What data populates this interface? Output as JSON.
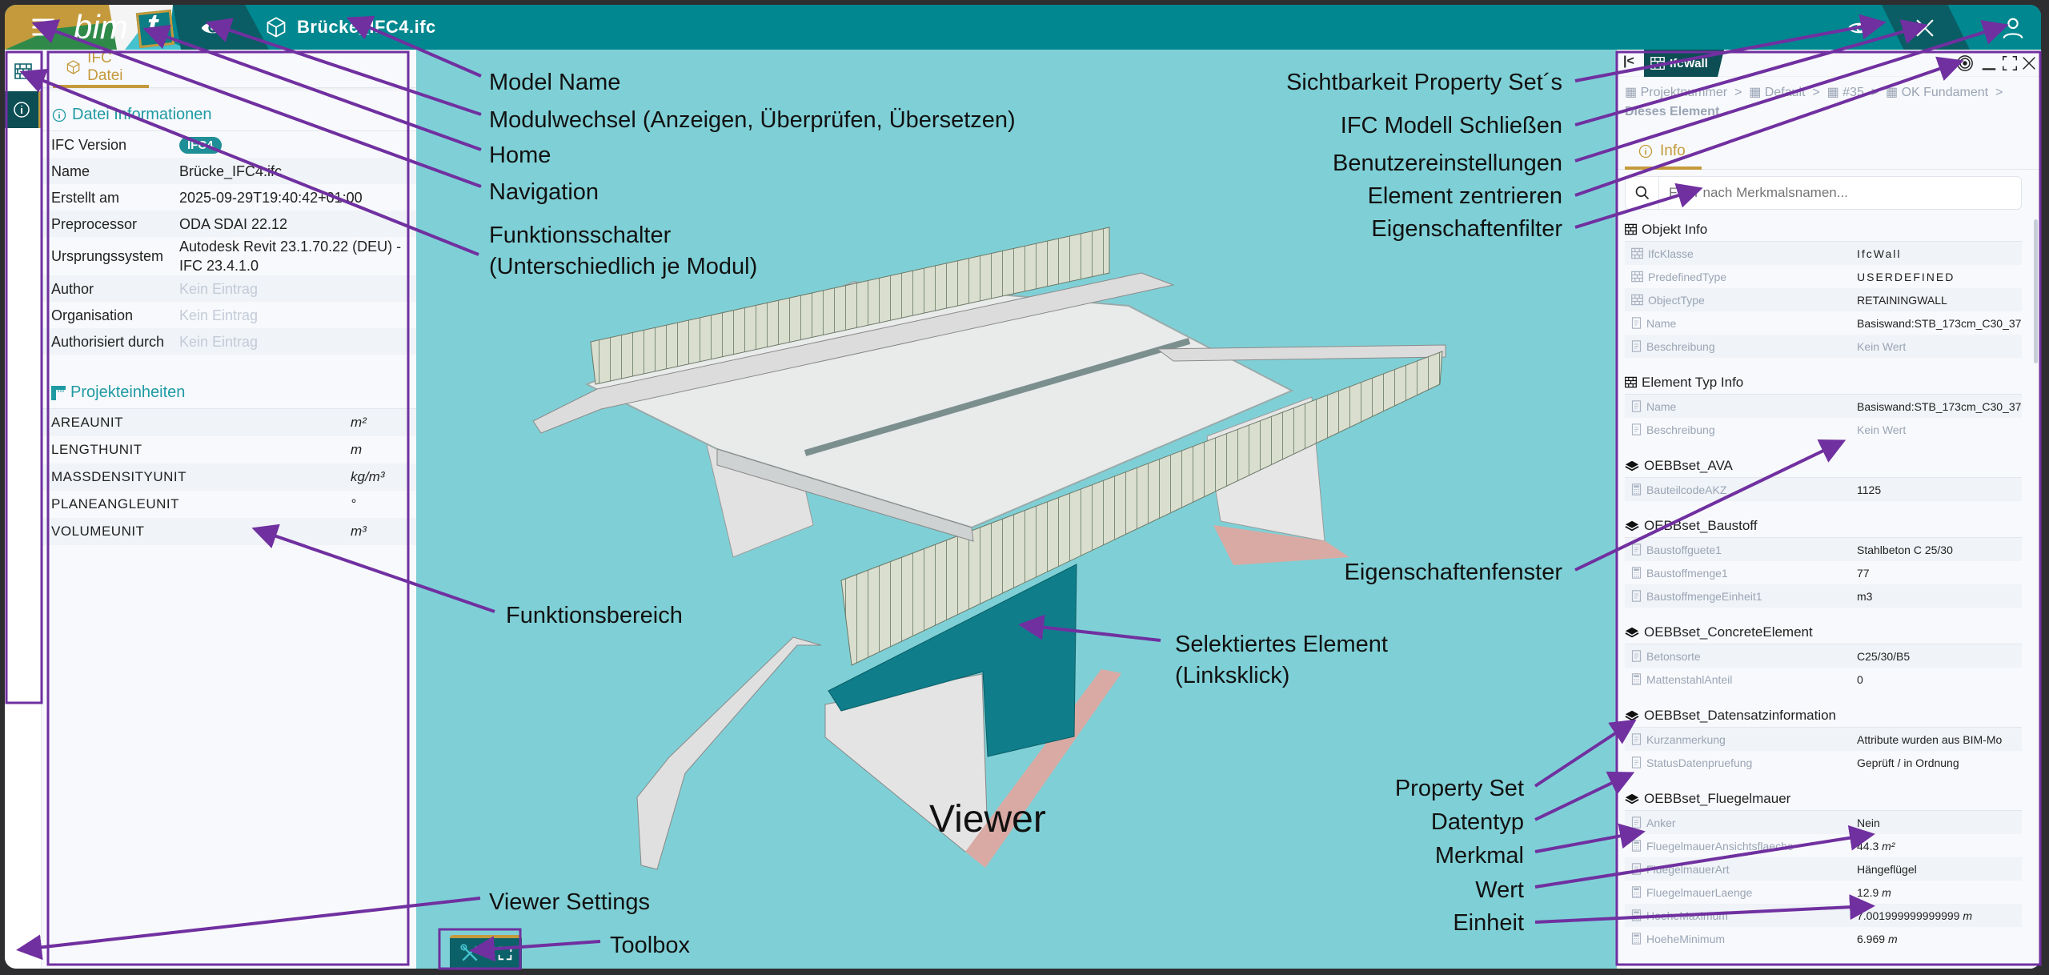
{
  "header": {
    "logo_text": "bim",
    "home_letter": "t",
    "model_name": "Brücke_IFC4.ifc",
    "icons": [
      "menu-icon",
      "eye-icon",
      "cube-icon",
      "eye-settings-icon",
      "close-icon",
      "user-icon"
    ]
  },
  "left_panel": {
    "tab": "IFC Datei",
    "file_info_title": "Datei Informationen",
    "file_info": [
      {
        "k": "IFC Version",
        "v": "IFC4",
        "badge": true
      },
      {
        "k": "Name",
        "v": "Brücke_IFC4.ifc"
      },
      {
        "k": "Erstellt am",
        "v": "2025-09-29T19:40:42+01:00"
      },
      {
        "k": "Preprocessor",
        "v": "ODA SDAI 22.12"
      },
      {
        "k": "Ursprungssystem",
        "v": "Autodesk Revit 23.1.70.22 (DEU) - IFC 23.4.1.0"
      },
      {
        "k": "Author",
        "v": "Kein Eintrag",
        "muted": true
      },
      {
        "k": "Organisation",
        "v": "Kein Eintrag",
        "muted": true
      },
      {
        "k": "Authorisiert durch",
        "v": "Kein Eintrag",
        "muted": true
      }
    ],
    "units_title": "Projekteinheiten",
    "units": [
      {
        "k": "AREAUNIT",
        "v": "m²"
      },
      {
        "k": "LENGTHUNIT",
        "v": "m"
      },
      {
        "k": "MASSDENSITYUNIT",
        "v": "kg/m³"
      },
      {
        "k": "PLANEANGLEUNIT",
        "v": "°"
      },
      {
        "k": "VOLUMEUNIT",
        "v": "m³"
      }
    ]
  },
  "right_panel": {
    "element_tab": "IfcWall",
    "breadcrumb": [
      "Projektnummer",
      "Default",
      "#35",
      "OK Fundament"
    ],
    "breadcrumb_current": "Dieses Element",
    "tab": "Info",
    "filter_placeholder": "Filter nach Merkmalsnamen...",
    "psets": [
      {
        "title": "Objekt Info",
        "icon": "wall",
        "rows": [
          {
            "k": "IfcKlasse",
            "v": "IfcWall",
            "style": "sp",
            "icon": "wall"
          },
          {
            "k": "PredefinedType",
            "v": "USERDEFINED",
            "style": "sp",
            "icon": "wall"
          },
          {
            "k": "ObjectType",
            "v": "RETAININGWALL",
            "icon": "wall"
          },
          {
            "k": "Name",
            "v": "Basiswand:STB_173cm_C30_37",
            "icon": "text"
          },
          {
            "k": "Beschreibung",
            "v": "Kein Wert",
            "style": "muted",
            "icon": "text"
          }
        ]
      },
      {
        "title": "Element Typ Info",
        "icon": "wall",
        "rows": [
          {
            "k": "Name",
            "v": "Basiswand:STB_173cm_C30_37",
            "icon": "text"
          },
          {
            "k": "Beschreibung",
            "v": "Kein Wert",
            "style": "muted",
            "icon": "text"
          }
        ]
      },
      {
        "title": "OEBBset_AVA",
        "icon": "layers",
        "rows": [
          {
            "k": "BauteilcodeAKZ",
            "v": "1125",
            "icon": "number"
          }
        ]
      },
      {
        "title": "OEBBset_Baustoff",
        "icon": "layers",
        "rows": [
          {
            "k": "Baustoffguete1",
            "v": "Stahlbeton C 25/30",
            "icon": "text"
          },
          {
            "k": "Baustoffmenge1",
            "v": "77",
            "icon": "number"
          },
          {
            "k": "BaustoffmengeEinheit1",
            "v": "m3",
            "icon": "text"
          }
        ]
      },
      {
        "title": "OEBBset_ConcreteElement",
        "icon": "layers",
        "rows": [
          {
            "k": "Betonsorte",
            "v": "C25/30/B5",
            "icon": "text"
          },
          {
            "k": "MattenstahlAnteil",
            "v": "0",
            "icon": "number"
          }
        ]
      },
      {
        "title": "OEBBset_Datensatzinformation",
        "icon": "layers",
        "rows": [
          {
            "k": "Kurzanmerkung",
            "v": "Attribute wurden aus BIM-Mo",
            "icon": "text"
          },
          {
            "k": "StatusDatenpruefung",
            "v": "Geprüft / in Ordnung",
            "icon": "text"
          }
        ]
      },
      {
        "title": "OEBBset_Fluegelmauer",
        "icon": "layers",
        "rows": [
          {
            "k": "Anker",
            "v": "Nein",
            "icon": "text"
          },
          {
            "k": "FluegelmauerAnsichtsflaeche",
            "v": "44.3",
            "unit": "m²",
            "icon": "number"
          },
          {
            "k": "FluegelmauerArt",
            "v": "Hängeflügel",
            "icon": "text"
          },
          {
            "k": "FluegelmauerLaenge",
            "v": "12.9",
            "unit": "m",
            "icon": "number"
          },
          {
            "k": "HoeheMaximum",
            "v": "7.001999999999999",
            "unit": "m",
            "icon": "number"
          },
          {
            "k": "HoeheMinimum",
            "v": "6.969",
            "unit": "m",
            "icon": "number"
          }
        ]
      }
    ]
  },
  "viewer": {
    "label": "Viewer",
    "selected_color": "#0f7e8a"
  },
  "annotations": {
    "model_name": "Model Name",
    "module_switch": "Modulwechsel (Anzeigen, Überprüfen, Übersetzen)",
    "home": "Home",
    "navigation": "Navigation",
    "function_switch_1": "Funktionsschalter",
    "function_switch_2": "(Unterschiedlich je Modul)",
    "function_area": "Funktionsbereich",
    "viewer_settings": "Viewer Settings",
    "toolbox": "Toolbox",
    "selected_1": "Selektiertes Element",
    "selected_2": "(Linksklick)",
    "pset_visibility": "Sichtbarkeit Property Set´s",
    "close_model": "IFC Modell Schließen",
    "user_settings": "Benutzereinstellungen",
    "center_element": "Element zentrieren",
    "property_filter": "Eigenschaftenfilter",
    "property_window": "Eigenschaftenfenster",
    "property_set": "Property Set",
    "data_type": "Datentyp",
    "feature": "Merkmal",
    "value": "Wert",
    "unit": "Einheit"
  },
  "colors": {
    "header": "#00878f",
    "accent": "#c49a3c",
    "annotation": "#7030a0",
    "viewer_bg": "#7fd0d6"
  }
}
